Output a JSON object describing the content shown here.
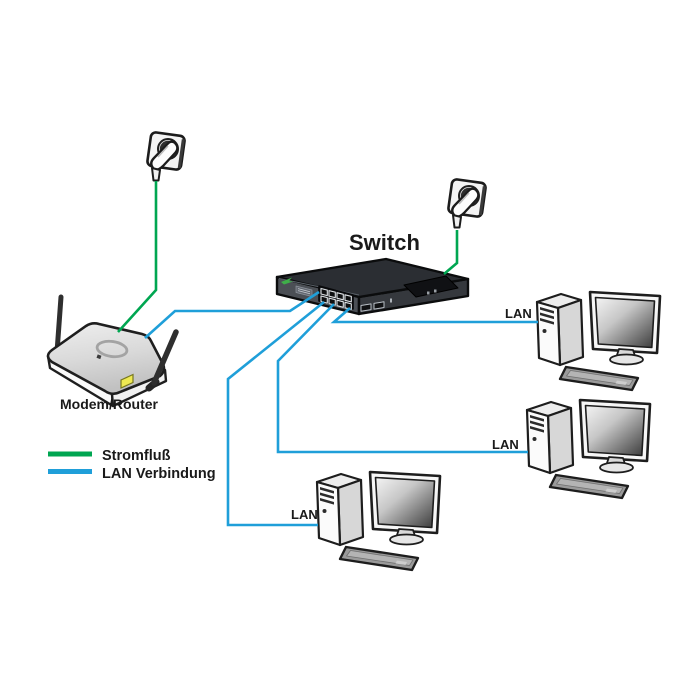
{
  "title": "Switch",
  "labels": {
    "switch": "Switch",
    "modem_router": "Modem/Router",
    "lan": "LAN"
  },
  "legend": {
    "power_label": "Stromfluß",
    "lan_label": "LAN Verbindung"
  },
  "colors": {
    "power_line": "#00A651",
    "lan_line": "#1F9FD9",
    "background": "#FFFFFF",
    "text": "#1A1A1A",
    "switch_body": "#2B2E33",
    "modem_body": "#D9D9D9",
    "port_yellow": "#EEE952"
  },
  "nodes": [
    {
      "id": "power-outlet-1",
      "type": "power-outlet"
    },
    {
      "id": "power-outlet-2",
      "type": "power-outlet"
    },
    {
      "id": "modem-router",
      "type": "modem-router",
      "label": "Modem/Router"
    },
    {
      "id": "switch",
      "type": "switch",
      "label": "Switch"
    },
    {
      "id": "pc-right-upper",
      "type": "computer",
      "label": "LAN"
    },
    {
      "id": "pc-right-lower",
      "type": "computer",
      "label": "LAN"
    },
    {
      "id": "pc-bottom",
      "type": "computer",
      "label": "LAN"
    }
  ],
  "connections": [
    {
      "from": "power-outlet-1",
      "to": "modem-router",
      "type": "Stromfluß"
    },
    {
      "from": "power-outlet-2",
      "to": "switch",
      "type": "Stromfluß"
    },
    {
      "from": "modem-router",
      "to": "switch",
      "type": "LAN Verbindung"
    },
    {
      "from": "switch",
      "to": "pc-bottom",
      "type": "LAN Verbindung"
    },
    {
      "from": "switch",
      "to": "pc-right-lower",
      "type": "LAN Verbindung"
    },
    {
      "from": "switch",
      "to": "pc-right-upper",
      "type": "LAN Verbindung"
    }
  ]
}
